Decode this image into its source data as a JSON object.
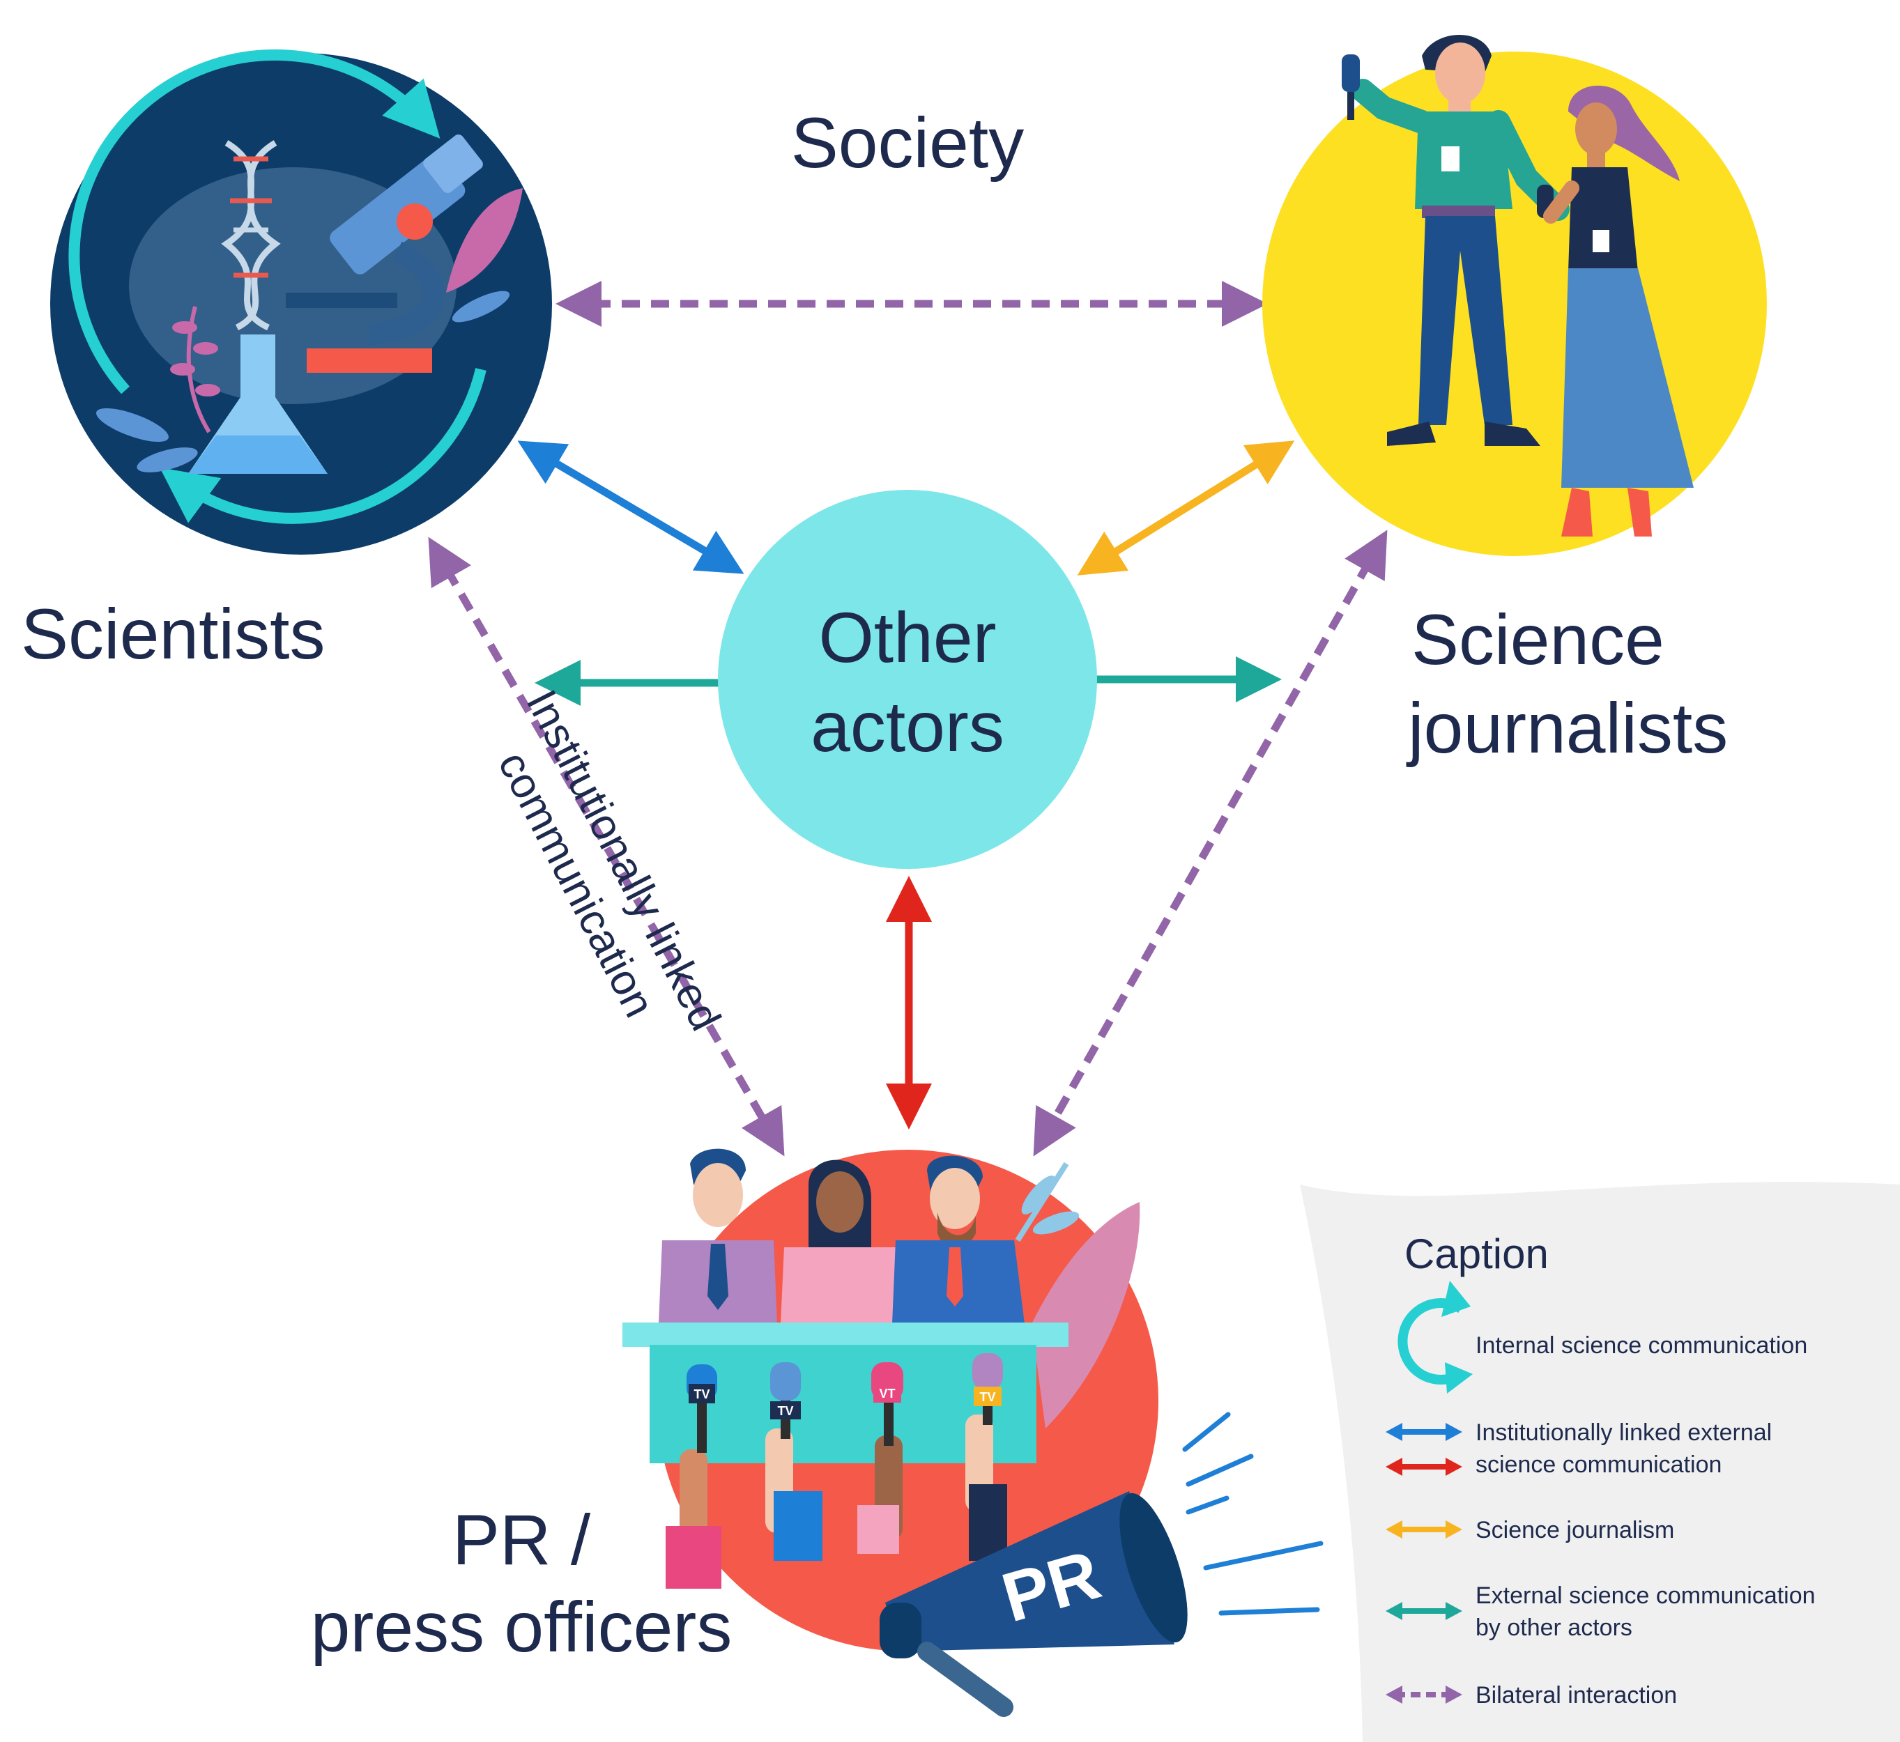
{
  "labels": {
    "society": "Society",
    "scientists": "Scientists",
    "journalists_1": "Science",
    "journalists_2": "journalists",
    "other_1": "Other",
    "other_2": "actors",
    "pr_1": "PR /",
    "pr_2": "press officers",
    "inst_1": "Institutionally linked",
    "inst_2": "communication",
    "pr_badge": "PR"
  },
  "mic_tags": [
    "TV",
    "TV",
    "VT",
    "TV"
  ],
  "caption": {
    "title": "Caption",
    "items": [
      {
        "icon": "cycle-arrow-icon",
        "color": "#26cfd2",
        "lines": [
          "Internal science communication"
        ]
      },
      {
        "icon": "double-arrow-icon",
        "color": "#1e7fd6",
        "lines": [
          "Institutionally linked external",
          "science communication"
        ]
      },
      {
        "icon": "double-arrow-icon",
        "color": "#e0261c",
        "lines": []
      },
      {
        "icon": "double-arrow-icon",
        "color": "#f7b320",
        "lines": [
          "Science journalism"
        ]
      },
      {
        "icon": "double-arrow-icon",
        "color": "#1ea899",
        "lines": [
          "External science communication",
          "by other actors"
        ]
      },
      {
        "icon": "dashed-double-arrow-icon",
        "color": "#9265a8",
        "lines": [
          "Bilateral interaction"
        ]
      }
    ]
  },
  "colors": {
    "scientists_circle": "#0d3c69",
    "journalists_circle": "#fde022",
    "other_circle": "#7ce6e8",
    "pr_circle": "#f4594a",
    "institutional": "#1e7fd6",
    "pr_link": "#e0261c",
    "journalism": "#f7b320",
    "other_actors": "#1ea899",
    "bilateral": "#9265a8"
  }
}
